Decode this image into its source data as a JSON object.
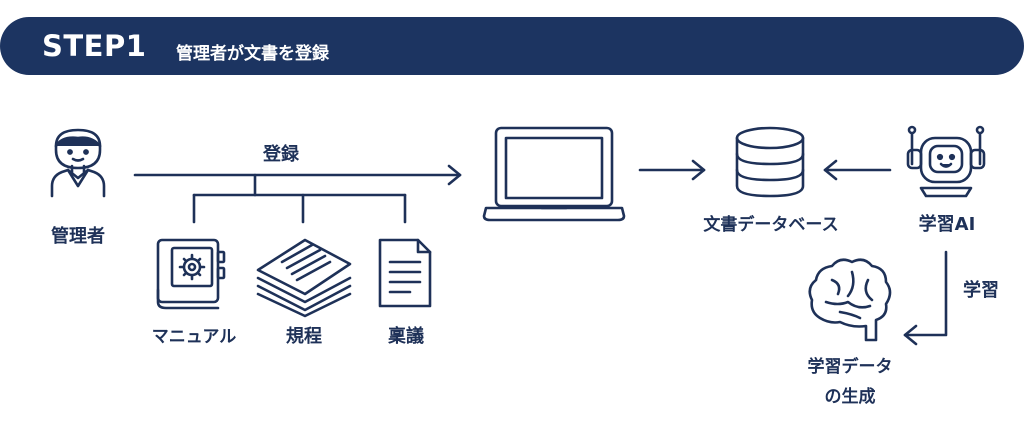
{
  "header": {
    "step": "STEP1",
    "title": "管理者が文書を登録"
  },
  "diagram": {
    "admin_label": "管理者",
    "register_label": "登録",
    "doc_labels": [
      "マニュアル",
      "規程",
      "稟議"
    ],
    "database_label": "文書データベース",
    "ai_label": "学習AI",
    "learning_label": "学習",
    "output_label_line1": "学習データ",
    "output_label_line2": "の生成"
  },
  "colors": {
    "navy": "#1c3461",
    "stroke": "#1e3158",
    "background": "#ffffff"
  },
  "icons": [
    "person-icon",
    "laptop-icon",
    "database-icon",
    "robot-icon",
    "manual-book-icon",
    "document-stack-icon",
    "document-icon",
    "brain-icon"
  ]
}
